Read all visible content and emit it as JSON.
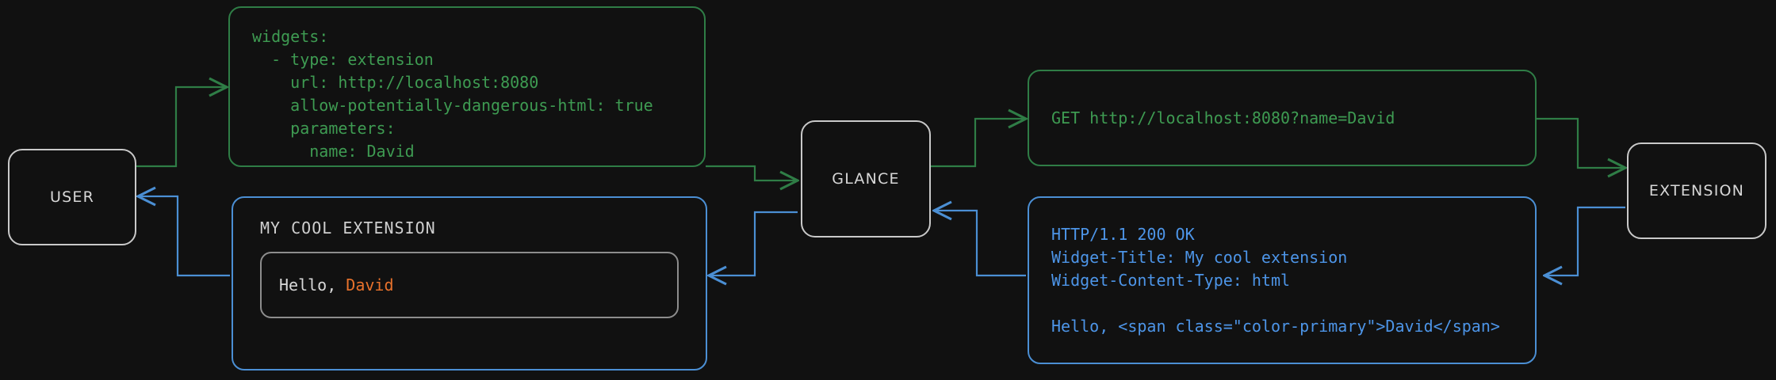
{
  "diagram": {
    "title": "Glance extension request flow",
    "background": "#111111",
    "colors": {
      "request_green": "#3e9b52",
      "response_blue": "#4d95e8",
      "node_border": "#c9c9c9",
      "node_text": "#d7d7d7",
      "accent_orange": "#e8722c",
      "widget_inner_border": "#8d8d8d"
    }
  },
  "nodes": {
    "user": {
      "label": "USER"
    },
    "glance": {
      "label": "GLANCE"
    },
    "extension": {
      "label": "EXTENSION"
    }
  },
  "boxes": {
    "config_yaml": {
      "kind": "code",
      "color": "green",
      "text": "widgets:\n  - type: extension\n    url: http://localhost:8080\n    allow-potentially-dangerous-html: true\n    parameters:\n      name: David"
    },
    "http_request": {
      "kind": "code",
      "color": "green",
      "text": "GET http://localhost:8080?name=David"
    },
    "http_response": {
      "kind": "code",
      "color": "blue",
      "text": "HTTP/1.1 200 OK\nWidget-Title: My cool extension\nWidget-Content-Type: html\n\nHello, <span class=\"color-primary\">David</span>"
    },
    "rendered_widget": {
      "kind": "widget",
      "color": "blue",
      "title": "MY COOL EXTENSION",
      "body_prefix": "Hello, ",
      "body_accent": "David"
    }
  },
  "edges": [
    {
      "id": "user-to-config",
      "from": "user",
      "to": "config_yaml",
      "color": "request_green",
      "direction": "forward"
    },
    {
      "id": "config-to-glance",
      "from": "config_yaml",
      "to": "glance",
      "color": "request_green",
      "direction": "forward"
    },
    {
      "id": "glance-to-request",
      "from": "glance",
      "to": "http_request",
      "color": "request_green",
      "direction": "forward"
    },
    {
      "id": "request-to-extension",
      "from": "http_request",
      "to": "extension",
      "color": "request_green",
      "direction": "forward"
    },
    {
      "id": "extension-to-response",
      "from": "extension",
      "to": "http_response",
      "color": "response_blue",
      "direction": "forward"
    },
    {
      "id": "response-to-glance",
      "from": "http_response",
      "to": "glance",
      "color": "response_blue",
      "direction": "forward"
    },
    {
      "id": "glance-to-widget",
      "from": "glance",
      "to": "rendered_widget",
      "color": "response_blue",
      "direction": "forward"
    },
    {
      "id": "widget-to-user",
      "from": "rendered_widget",
      "to": "user",
      "color": "response_blue",
      "direction": "forward"
    }
  ]
}
